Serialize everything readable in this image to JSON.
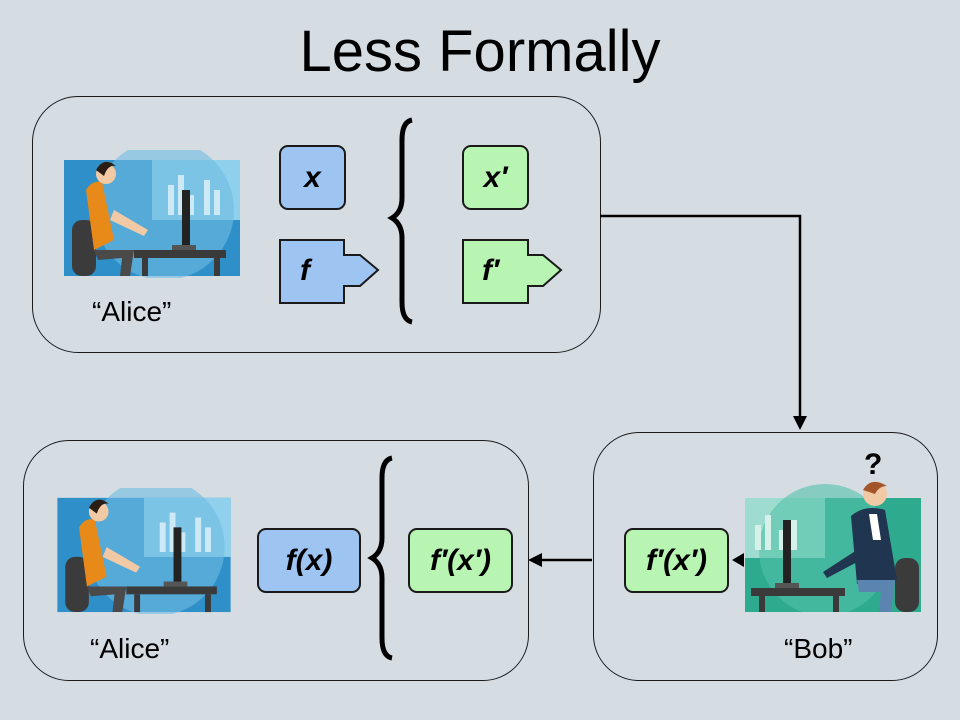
{
  "title": "Less Formally",
  "top_panel": {
    "caption": "“Alice”",
    "input_x": "x",
    "func_f": "f",
    "input_x_prime": "x′",
    "func_f_prime": "f′"
  },
  "bottom_left_panel": {
    "caption": "“Alice”",
    "result": "f(x)",
    "encrypted_result": "f′(x′)"
  },
  "bottom_right_panel": {
    "caption": "“Bob”",
    "question_mark": "?",
    "computed": "f′(x′)"
  },
  "colors": {
    "blue_box": "#9ec4f2",
    "green_box": "#b9f5b2",
    "background": "#d5dde3"
  }
}
